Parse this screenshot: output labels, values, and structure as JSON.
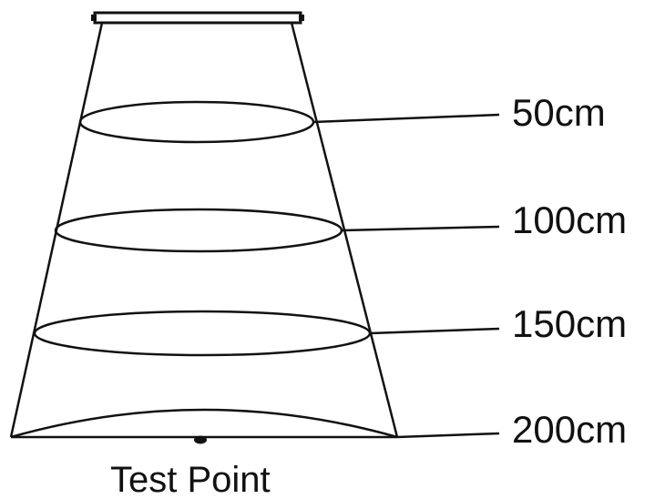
{
  "labels": {
    "d50": "50cm",
    "d100": "100cm",
    "d150": "150cm",
    "d200": "200cm"
  },
  "caption": "Test Point",
  "colors": {
    "stroke": "#111111",
    "background": "#ffffff"
  }
}
